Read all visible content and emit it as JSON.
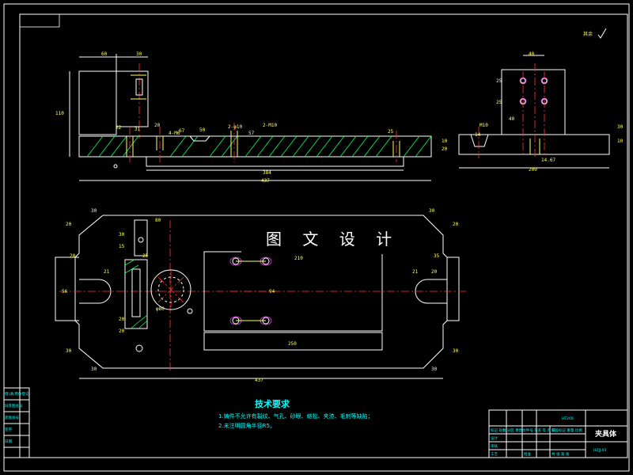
{
  "roughness_mark": "其余",
  "watermark": "图 文 设 计",
  "dimensions": {
    "front": {
      "top_width_left": "60",
      "top_width_right": "30",
      "height_left": "110",
      "d1": "22",
      "d2": "31",
      "d3": "20",
      "d4": "4-M6",
      "d5": "67",
      "d6": "50",
      "d7": "2-φ10",
      "d8": "2-M10",
      "d9": "57",
      "d10": "25",
      "d11": "384",
      "d12": "437",
      "d13": "10",
      "d14": "20"
    },
    "side": {
      "top_width": "40",
      "d_r1": "25",
      "d_r2": "25",
      "d_m10": "M10",
      "d_40": "40",
      "d_14": "14",
      "bottom": "14.67",
      "total": "200",
      "d_h1": "10",
      "d_h2": "30"
    },
    "plan": {
      "c1": "30",
      "c2": "20",
      "c3": "30",
      "c4": "20",
      "c5": "30",
      "c6": "30",
      "c7": "80",
      "c8": "30",
      "c9": "15",
      "c10": "56",
      "c11": "35",
      "c12": "20",
      "c13": "250",
      "c14": "20",
      "c15": "20",
      "c16": "94",
      "c17": "20",
      "c18": "210",
      "c19": "437",
      "c20": "30",
      "c21": "30",
      "c22": "21",
      "c23": "21",
      "c24": "25",
      "c25": "φ80"
    }
  },
  "notes": {
    "title": "技术要求",
    "line1": "1.铸件不允许有裂纹、气孔、砂眼、缩松、夹渣、毛刺等缺陷；",
    "line2": "2.未注明圆角半径R5。"
  },
  "left_strip": [
    "借(通)用件登记",
    "旧底图总号",
    "底图总号",
    "签字",
    "日期"
  ],
  "title_block": {
    "material": "HT200",
    "name": "夹具体",
    "code": "HZJJ-03",
    "row1": "标记 处数 分区 更改文件号 签名 年 月 日",
    "row2": "阶段标记 重量 比例",
    "row3": "共 张 第 张",
    "labels": [
      "设计",
      "审核",
      "工艺",
      "批准"
    ]
  }
}
